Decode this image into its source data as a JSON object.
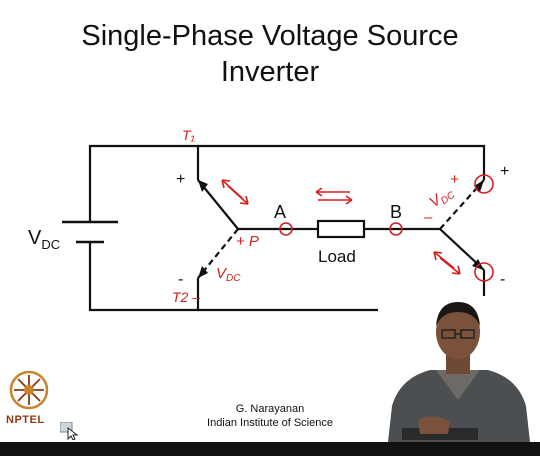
{
  "slide": {
    "title_line1": "Single-Phase Voltage Source",
    "title_line2": "Inverter"
  },
  "circuit": {
    "source_label": "V",
    "source_subscript": "DC",
    "node_a": "A",
    "node_b": "B",
    "load_label": "Load",
    "left_top_polarity": "+",
    "left_bottom_polarity": "-",
    "right_top_polarity": "+",
    "right_bottom_polarity": "-"
  },
  "annotations": {
    "t1": "T₁",
    "t2": "T2 –",
    "vdc_left": "V",
    "vdc_left_sub": "DC",
    "vdc_right": "V",
    "vdc_right_sub": "DC",
    "plus_p": "+ P",
    "right_plus": "+",
    "right_minus": "–"
  },
  "footer": {
    "name": "G. Narayanan",
    "institute": "Indian Institute of Science",
    "logo_text": "NPTEL"
  },
  "colors": {
    "line": "#111111",
    "ink": "#d42020",
    "accent": "#8a3a12"
  }
}
